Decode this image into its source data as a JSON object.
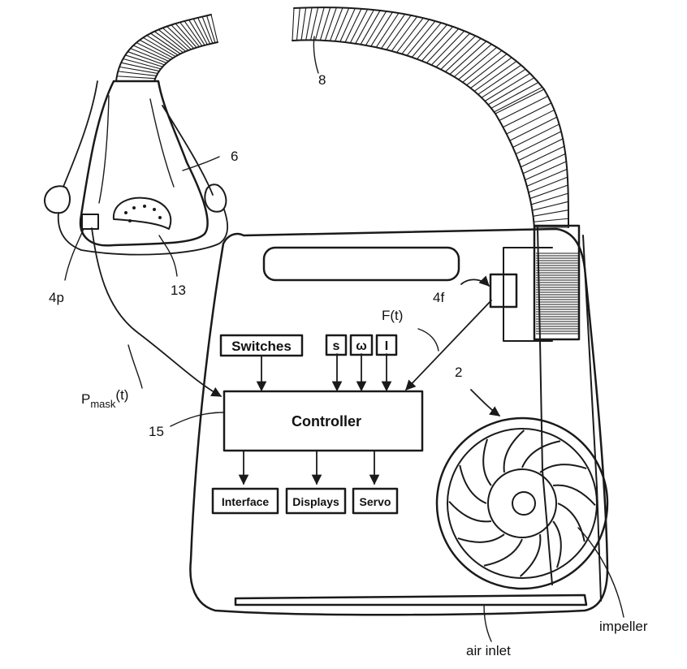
{
  "labels": {
    "ref_hose": "8",
    "ref_mask": "6",
    "ref_pressure_port": "4p",
    "ref_vent": "13",
    "ref_flow_sensor": "4f",
    "flow_signal": "F(t)",
    "ref_blower": "2",
    "ref_controller": "15",
    "pressure_signal_main": "P",
    "pressure_signal_sub": "mask",
    "pressure_signal_arg": "(t)",
    "air_inlet": "air inlet",
    "impeller": "impeller"
  },
  "boxes": {
    "switches": "Switches",
    "s": "s",
    "omega": "ω",
    "i": "I",
    "controller": "Controller",
    "interface": "Interface",
    "displays": "Displays",
    "servo": "Servo"
  }
}
